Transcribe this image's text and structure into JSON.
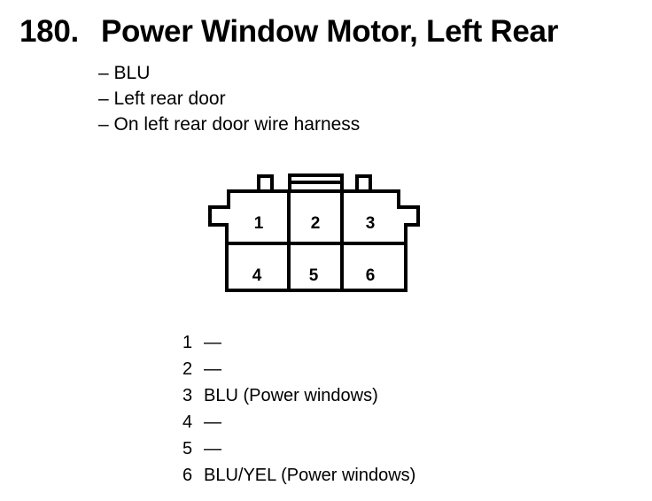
{
  "title": {
    "number": "180.",
    "text": "Power Window Motor, Left Rear"
  },
  "details": [
    "– BLU",
    "– Left rear door",
    "– On left rear door wire harness"
  ],
  "connector": {
    "cavities": [
      "1",
      "2",
      "3",
      "4",
      "5",
      "6"
    ]
  },
  "pins": [
    {
      "pin": "1",
      "desc": "—"
    },
    {
      "pin": "2",
      "desc": "—"
    },
    {
      "pin": "3",
      "desc": "BLU (Power windows)"
    },
    {
      "pin": "4",
      "desc": "—"
    },
    {
      "pin": "5",
      "desc": "—"
    },
    {
      "pin": "6",
      "desc": "BLU/YEL (Power windows)"
    }
  ]
}
